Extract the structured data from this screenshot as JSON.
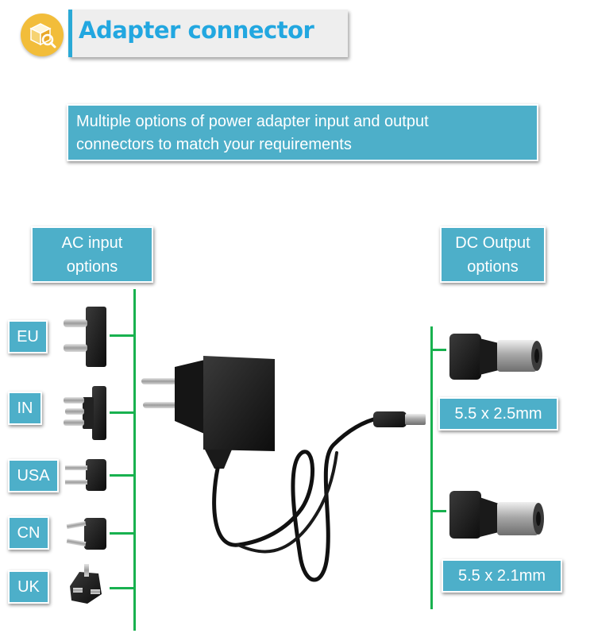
{
  "header": {
    "title": "Adapter connector",
    "logo_icon": "box-search-icon"
  },
  "subtitle": {
    "line1": "Multiple options of power adapter input and output",
    "line2": "connectors to match your requirements"
  },
  "ac_input": {
    "heading_line1": "AC input",
    "heading_line2": "options",
    "items": [
      {
        "label": "EU",
        "icon": "eu-plug-icon"
      },
      {
        "label": "IN",
        "icon": "in-plug-icon"
      },
      {
        "label": "USA",
        "icon": "usa-plug-icon"
      },
      {
        "label": "CN",
        "icon": "cn-plug-icon"
      },
      {
        "label": "UK",
        "icon": "uk-plug-icon"
      }
    ]
  },
  "dc_output": {
    "heading_line1": "DC Output",
    "heading_line2": "options",
    "items": [
      {
        "label": "5.5 x 2.5mm",
        "icon": "dc-barrel-connector-icon"
      },
      {
        "label": "5.5 x 2.1mm",
        "icon": "dc-barrel-connector-icon"
      }
    ]
  },
  "product_icon": "power-adapter-icon",
  "colors": {
    "accent_blue": "#4dafc9",
    "title_blue": "#22a7e0",
    "connector_green": "#18b14f",
    "logo_yellow": "#f2bd3a"
  }
}
